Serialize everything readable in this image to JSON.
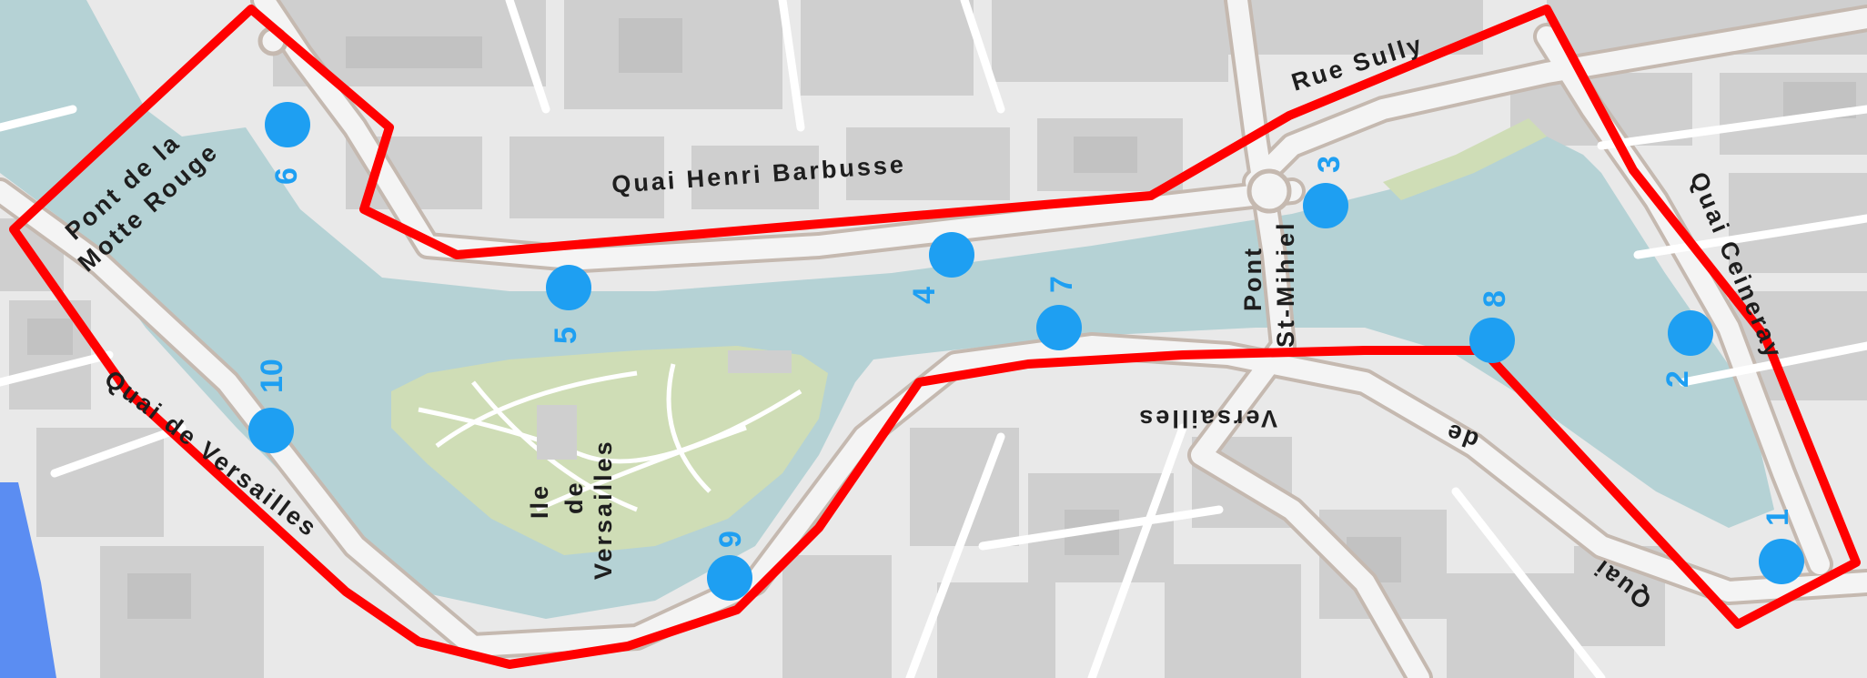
{
  "map": {
    "colors": {
      "water": "#b5d2d5",
      "land": "#e9e9e9",
      "building": "#cfcfcf",
      "building_dark": "#c2c2c2",
      "park": "#cfddb6",
      "road": "#ffffff",
      "road_casing": "#c5b9b0",
      "sea": "#5b8df2",
      "route": "#ff0000",
      "stop": "#1e9ff2",
      "label": "#1e1e1e"
    },
    "labels": {
      "pont_rouge_line1": "Pont de la",
      "pont_rouge_line2": "Motte Rouge",
      "quai_henri": "Quai Henri Barbusse",
      "rue_sully": "Rue Sully",
      "pont_st_line1": "Pont",
      "pont_st_line2": "St-Mihiel",
      "quai_ceineray": "Quai Ceineray",
      "quai_versailles_w": "Quai de Versailles",
      "versailles_s": "Versailles",
      "de_s": "de",
      "quai_s": "Quai",
      "ile_line1": "Ile",
      "ile_line2": "de",
      "ile_line3": "Versailles"
    },
    "stops": [
      {
        "number": "1"
      },
      {
        "number": "2"
      },
      {
        "number": "3"
      },
      {
        "number": "4"
      },
      {
        "number": "5"
      },
      {
        "number": "6"
      },
      {
        "number": "7"
      },
      {
        "number": "8"
      },
      {
        "number": "9"
      },
      {
        "number": "10"
      }
    ]
  }
}
